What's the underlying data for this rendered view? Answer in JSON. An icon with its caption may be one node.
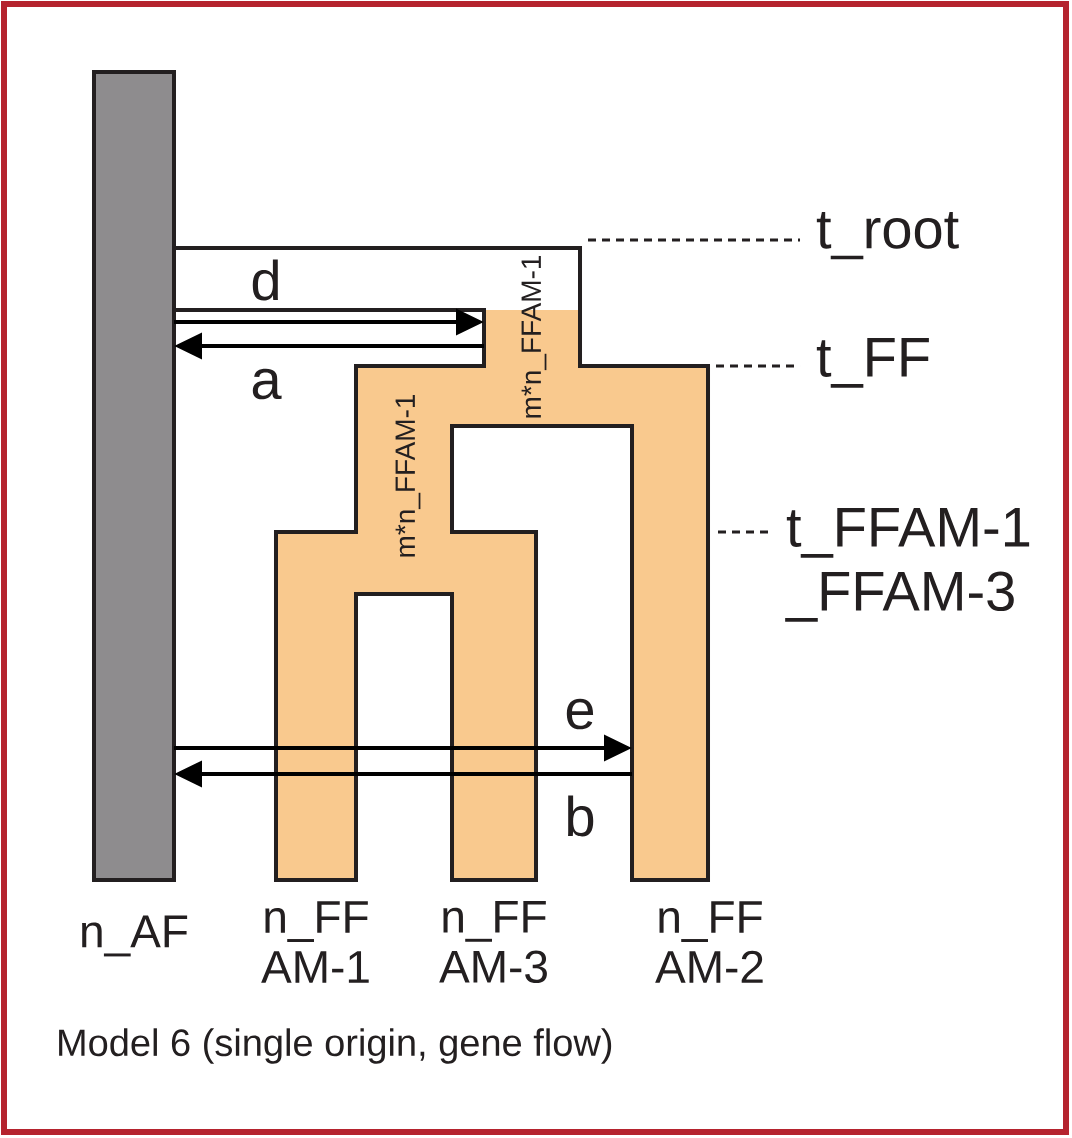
{
  "diagram": {
    "caption": "Model 6 (single origin, gene flow)",
    "nodes": [
      {
        "text": [
          "n_AF"
        ]
      },
      {
        "text": [
          "m*n_FFAM-1"
        ]
      },
      {
        "text": [
          "m*n_FFAM-1"
        ]
      },
      {
        "text": [
          "n_FF AM-1"
        ]
      },
      {
        "text": [
          "n_FF AM-3"
        ]
      },
      {
        "text": [
          "n_FF AM-2"
        ]
      }
    ],
    "edges": [
      {
        "from": 0,
        "to": 1,
        "arrow": "to",
        "label": "d"
      },
      {
        "from": 1,
        "to": 0,
        "arrow": "to",
        "label": "a"
      },
      {
        "from": 0,
        "to": 5,
        "arrow": "to",
        "label": "e"
      },
      {
        "from": 5,
        "to": 0,
        "arrow": "to",
        "label": "b"
      }
    ],
    "labels": [
      "t_root",
      "t_FF",
      "t_FFAM-1 _FFAM-3"
    ]
  }
}
